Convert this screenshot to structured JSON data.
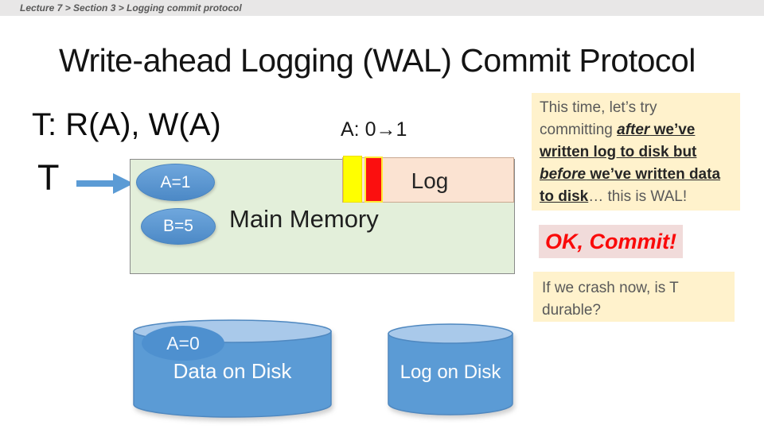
{
  "breadcrumb": {
    "text": "Lecture 7 > Section 3 > Logging commit protocol"
  },
  "title": "Write-ahead Logging (WAL) Commit Protocol",
  "transaction": {
    "ops": "T: R(A), W(A)",
    "t_label": "T",
    "a_change": "A: 0→1"
  },
  "main_memory": {
    "label": "Main Memory",
    "log_label": "Log",
    "cells": [
      {
        "label": "A=1"
      },
      {
        "label": "B=5"
      }
    ]
  },
  "notes": {
    "wal": {
      "runs": [
        {
          "text": "This time, let’s try committing "
        },
        {
          "text": "after"
        },
        {
          "text": " we’ve written log to disk but "
        },
        {
          "text": "before"
        },
        {
          "text": " we’ve written data to disk"
        },
        {
          "text": "… this is WAL!"
        }
      ]
    },
    "ok_commit": "OK, Commit!",
    "crash_question": "If we crash now, is T durable?"
  },
  "disks": {
    "data": {
      "cell": "A=0",
      "label": "Data on Disk"
    },
    "log": {
      "label": "Log on Disk"
    }
  },
  "colors": {
    "accent_blue": "#5b9bd5",
    "memory_green": "#e3efda",
    "log_peach": "#fbe3d2",
    "note_yellow": "#fff2cc",
    "ok_pink": "#f1dbda",
    "alert_red": "#fa0a0a",
    "record_yellow": "#ffff00",
    "record_red": "#fb0f0f"
  }
}
